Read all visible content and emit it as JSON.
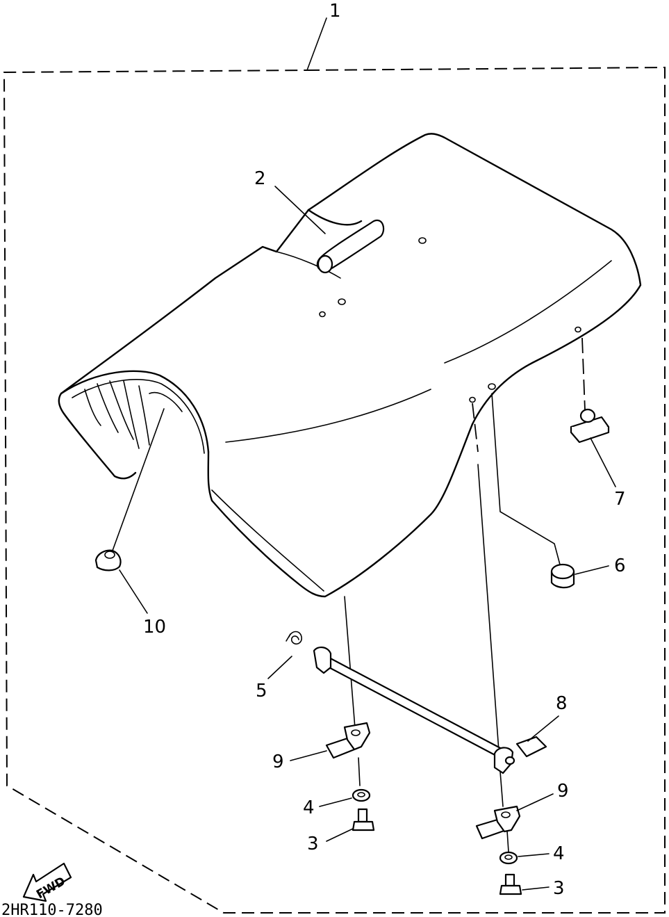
{
  "callouts": {
    "c1": "1",
    "c2": "2",
    "c3a": "3",
    "c3b": "3",
    "c4a": "4",
    "c4b": "4",
    "c5": "5",
    "c6": "6",
    "c7": "7",
    "c8": "8",
    "c9a": "9",
    "c9b": "9",
    "c10": "10"
  },
  "direction_label": "FWD",
  "drawing_code": "2HR110-7280"
}
